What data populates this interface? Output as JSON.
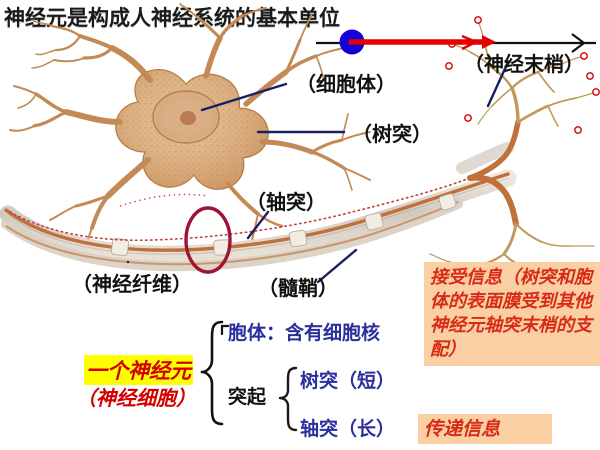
{
  "title": "神经元是构成人神经系统的基本单位",
  "diagram": {
    "labels": {
      "nerve_ending": "（神经末梢）",
      "cell_body": "（细胞体）",
      "dendrite": "（树突）",
      "axon": "（轴突）",
      "nerve_fiber": "（神经纤维）",
      "myelin": "（髓鞘）"
    },
    "colors": {
      "leader_line": "#1a1f63",
      "impulse_dot": "#1500d8",
      "impulse_arrow": "#e40000",
      "highlight_ellipse": "#9e1436",
      "neuron_body": "#d9a36e",
      "terminal_dot": "#d40000",
      "dotted_path": "#c1403c"
    }
  },
  "summary": {
    "neuron_label": "一个神经元",
    "neuron_sublabel": "（神经细胞）",
    "soma_line": "胞体：含有细胞核",
    "processes_label": "突起",
    "process_items": [
      "树突（短）",
      "轴突（长）"
    ],
    "highlight_color": "#ffff00",
    "text_color_red": "#d40000",
    "text_color_blue": "#2b2f9e"
  },
  "notes": {
    "receive": "接受信息（树突和胞体的表面膜受到其他神经元轴突末梢的支配）",
    "transmit": "传递信息",
    "box_bg": "#fbcfa4",
    "box_text": "#d82b16"
  }
}
